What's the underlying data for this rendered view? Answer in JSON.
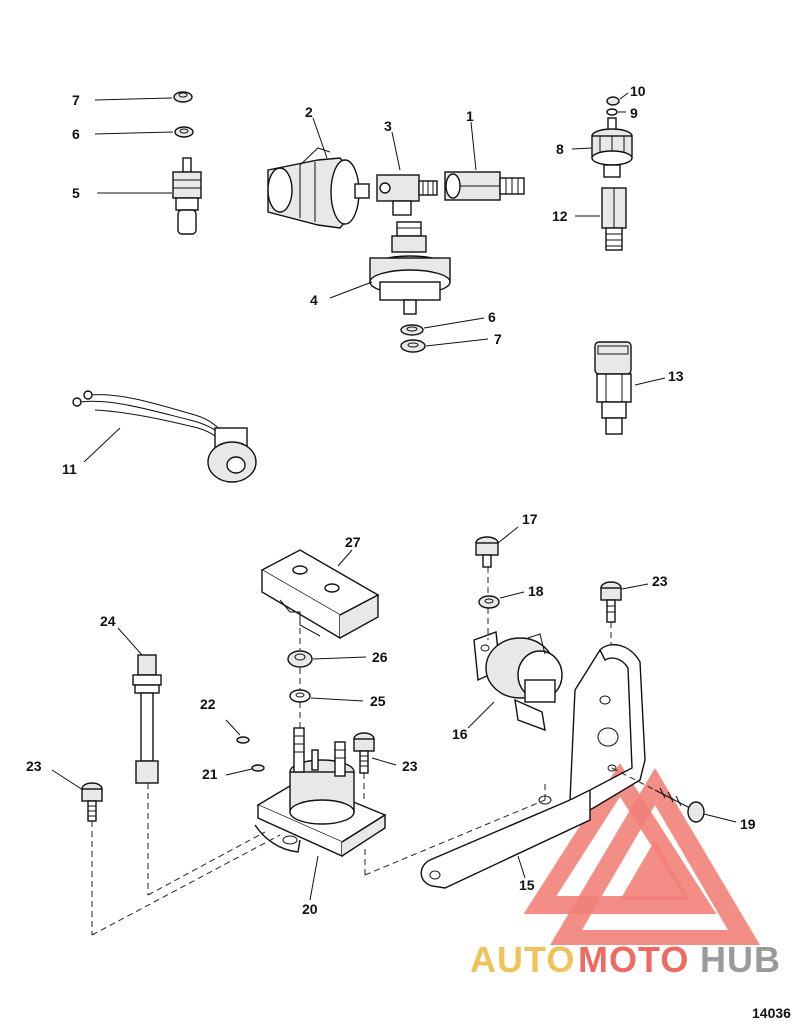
{
  "labels": {
    "p1": "1",
    "p2": "2",
    "p3": "3",
    "p4": "4",
    "p5": "5",
    "p6a": "6",
    "p6b": "6",
    "p7a": "7",
    "p7b": "7",
    "p8": "8",
    "p9": "9",
    "p10": "10",
    "p11": "11",
    "p12": "12",
    "p13": "13",
    "p15": "15",
    "p16": "16",
    "p17": "17",
    "p18": "18",
    "p19": "19",
    "p20": "20",
    "p21": "21",
    "p22": "22",
    "p23a": "23",
    "p23b": "23",
    "p23c": "23",
    "p24": "24",
    "p25": "25",
    "p26": "26",
    "p27": "27"
  },
  "figure_number": "14036",
  "watermark": {
    "part1": "AUTO",
    "part2": "MOTO",
    "part3": "HUB",
    "color_auto": "#f0c35a",
    "color_moto": "#ef6b62",
    "color_hub": "#9a9a9a",
    "logo_color": "#ef6b62"
  }
}
